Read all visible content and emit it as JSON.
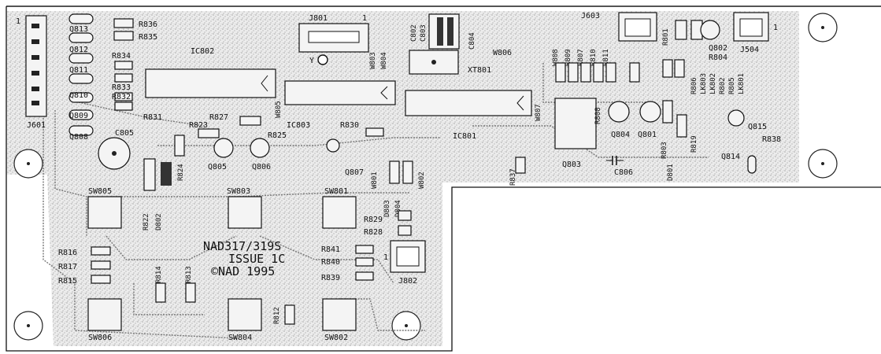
{
  "board": {
    "title_line1": "NAD317/319S",
    "title_line2": "ISSUE 1C",
    "title_line3": "©NAD 1995"
  },
  "labels": {
    "J601": "J601",
    "J801": "J801",
    "J603": "J603",
    "J504": "J504",
    "J802": "J802",
    "IC802": "IC802",
    "IC803": "IC803",
    "IC801": "IC801",
    "Q813": "Q813",
    "Q812": "Q812",
    "Q811": "Q811",
    "Q810": "Q810",
    "Q809": "Q809",
    "Q808": "Q808",
    "Q805": "Q805",
    "Q806": "Q806",
    "Q807": "Q807",
    "Q803": "Q803",
    "Q804": "Q804",
    "Q801": "Q801",
    "Q802": "Q802",
    "Q814": "Q814",
    "Q815": "Q815",
    "R836": "R836",
    "R835": "R835",
    "R834": "R834",
    "R833": "R833",
    "R832": "R832",
    "R831": "R831",
    "R823": "R823",
    "R827": "R827",
    "R825": "R825",
    "R830": "R830",
    "R824": "R824",
    "R822": "R822",
    "R829": "R829",
    "R828": "R828",
    "R841": "R841",
    "R840": "R840",
    "R839": "R839",
    "R816": "R816",
    "R817": "R817",
    "R815": "R815",
    "R814": "R814",
    "R813": "R813",
    "R812": "R812",
    "R837": "R837",
    "R808": "R808",
    "R809": "R809",
    "R807": "R807",
    "R810": "R810",
    "R811": "R811",
    "R801": "R801",
    "R804": "R804",
    "R806": "R806",
    "R802": "R802",
    "R805": "R805",
    "R803": "R803",
    "R819": "R819",
    "R838": "R838",
    "C805": "C805",
    "C802": "C802",
    "C803": "C803",
    "C804": "C804",
    "C806": "C806",
    "W803": "W803",
    "W804": "W804",
    "W805": "W805",
    "W806": "W806",
    "W807": "W807",
    "W808": "W808",
    "W801": "W801",
    "W802": "W802",
    "XT801": "XT801",
    "D802": "D802",
    "D803": "D803",
    "D804": "D804",
    "D801": "D801",
    "LK802": "LK802",
    "LK803": "LK803",
    "LK801": "LK801",
    "SW805": "SW805",
    "SW803": "SW803",
    "SW801": "SW801",
    "SW806": "SW806",
    "SW804": "SW804",
    "SW802": "SW802",
    "pin1": "1",
    "Y": "Y"
  },
  "colors": {
    "ink": "#111111",
    "board": "#ffffff",
    "shade": "#d9d9d9"
  }
}
